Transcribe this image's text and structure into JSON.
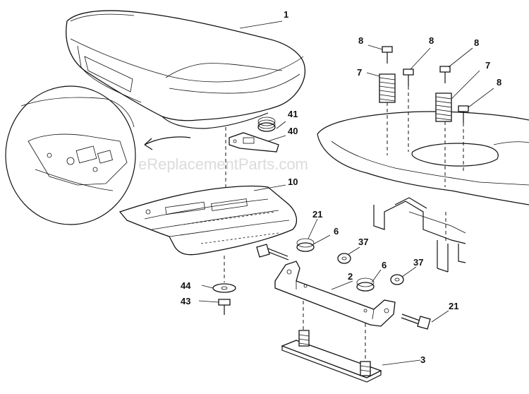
{
  "watermark": "eReplacementParts.com",
  "callouts": {
    "c1": "1",
    "c2": "2",
    "c3": "3",
    "c6a": "6",
    "c6b": "6",
    "c7a": "7",
    "c7b": "7",
    "c8a": "8",
    "c8b": "8",
    "c8c": "8",
    "c8d": "8",
    "c10": "10",
    "c21a": "21",
    "c21b": "21",
    "c37a": "37",
    "c37b": "37",
    "c40": "40",
    "c41": "41",
    "c43": "43",
    "c44": "44"
  }
}
